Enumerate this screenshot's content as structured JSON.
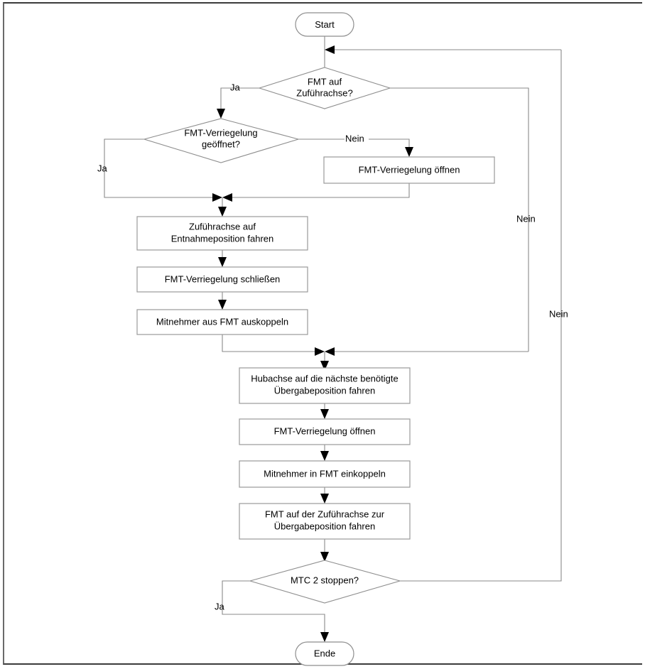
{
  "diagram": {
    "type": "flowchart",
    "language": "de",
    "colors": {
      "background": "#ffffff",
      "shape_stroke": "#9a9a9a",
      "connector_stroke": "#8a8a8a",
      "arrowhead_fill": "#000000",
      "text": "#000000",
      "frame_border": "#3b3b3b"
    },
    "nodes": {
      "start": {
        "label": "Start",
        "shape": "terminator"
      },
      "decision_fmt_auf_zufuehrachse": {
        "label_line1": "FMT auf",
        "label_line2": "Zuführachse?",
        "shape": "decision"
      },
      "decision_verriegelung_geoeffnet": {
        "label_line1": "FMT-Verriegelung",
        "label_line2": "geöffnet?",
        "shape": "decision"
      },
      "process_verriegelung_oeffnen_1": {
        "label": "FMT-Verriegelung öffnen",
        "shape": "process"
      },
      "process_zufuehrachse_entnahme": {
        "label_line1": "Zuführachse auf",
        "label_line2": "Entnahmeposition fahren",
        "shape": "process"
      },
      "process_verriegelung_schliessen": {
        "label": "FMT-Verriegelung schließen",
        "shape": "process"
      },
      "process_mitnehmer_auskoppeln": {
        "label": "Mitnehmer aus FMT auskoppeln",
        "shape": "process"
      },
      "process_hubachse": {
        "label_line1": "Hubachse auf die nächste benötigte",
        "label_line2": "Übergabeposition fahren",
        "shape": "process"
      },
      "process_verriegelung_oeffnen_2": {
        "label": "FMT-Verriegelung öffnen",
        "shape": "process"
      },
      "process_mitnehmer_einkoppeln": {
        "label": "Mitnehmer in FMT einkoppeln",
        "shape": "process"
      },
      "process_fmt_uebergabe": {
        "label_line1": "FMT auf der Zuführachse zur",
        "label_line2": "Übergabeposition fahren",
        "shape": "process"
      },
      "decision_mtc_stoppen": {
        "label": "MTC 2  stoppen?",
        "shape": "decision"
      },
      "end": {
        "label": "Ende",
        "shape": "terminator"
      }
    },
    "edge_labels": {
      "ja_zufuehrachse": "Ja",
      "nein_zufuehrachse": "Nein",
      "ja_verriegelung": "Ja",
      "nein_verriegelung": "Nein",
      "nein_mtc": "Nein",
      "ja_mtc": "Ja"
    }
  }
}
